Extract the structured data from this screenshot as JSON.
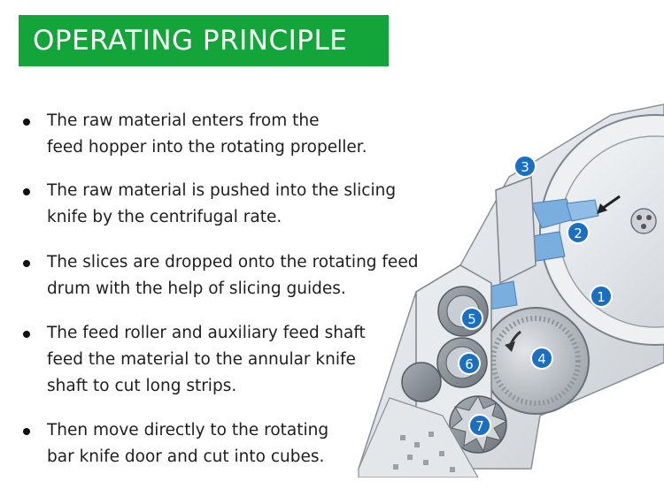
{
  "title": "OPERATING PRINCIPLE",
  "steps": [
    {
      "lines": [
        "The raw material enters from the",
        "feed hopper into the rotating propeller."
      ]
    },
    {
      "lines": [
        "The raw material is pushed into the slicing",
        "knife by the centrifugal rate."
      ]
    },
    {
      "lines": [
        "The slices are dropped onto the rotating feed",
        "drum with the help of slicing guides."
      ]
    },
    {
      "lines": [
        "The feed roller and auxiliary feed shaft",
        "feed the material to the annular knife",
        "shaft to cut long strips."
      ]
    },
    {
      "lines": [
        "Then move directly to the rotating",
        "bar knife door and cut into cubes."
      ]
    }
  ],
  "diagram": {
    "callouts": [
      "1",
      "2",
      "3",
      "4",
      "5",
      "6",
      "7"
    ],
    "callout_color": "#1a6fc2"
  },
  "colors": {
    "banner": "#14a53a",
    "text": "#1e1e1e"
  }
}
